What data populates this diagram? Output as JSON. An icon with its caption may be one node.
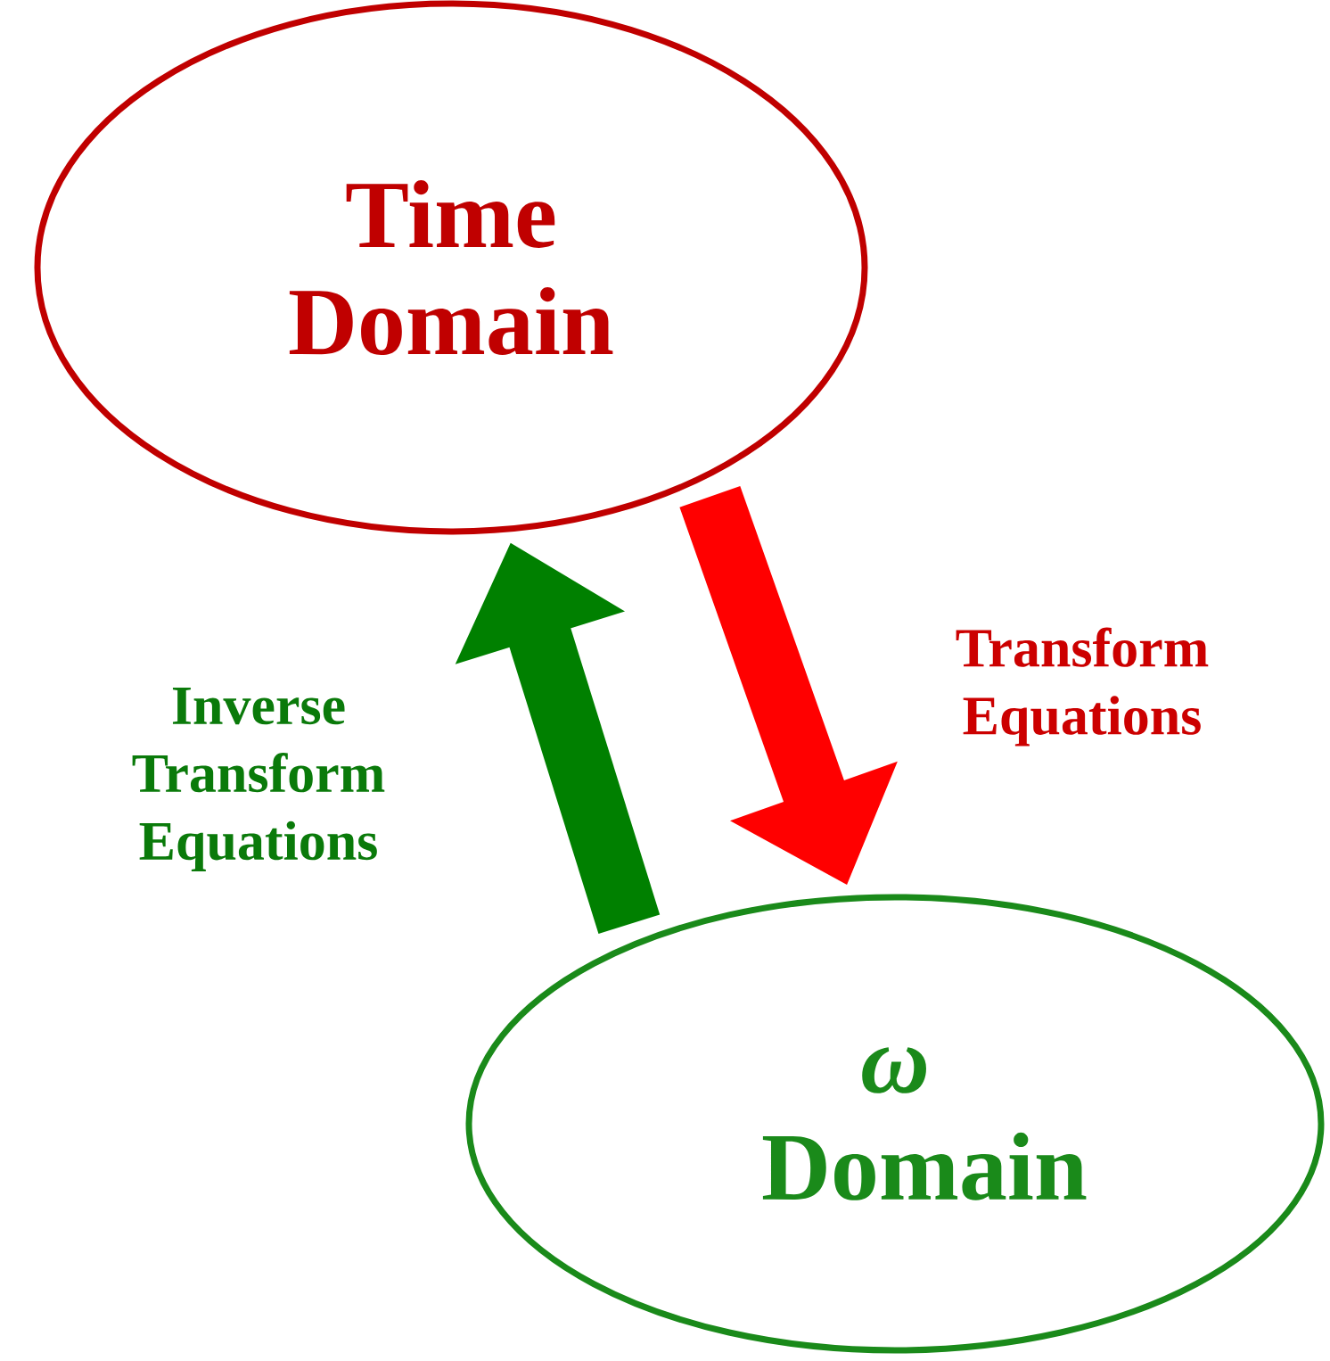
{
  "diagram": {
    "nodes": [
      {
        "text": [
          "Time Domain"
        ]
      },
      {
        "text": [
          "*ω* Domain"
        ]
      }
    ],
    "edges": [
      {
        "from": 0,
        "to": 1,
        "arrow": "to",
        "label": "Transform Equations",
        "color": "#ff0000"
      },
      {
        "from": 1,
        "to": 0,
        "arrow": "to",
        "label": "Inverse Transform Equations",
        "color": "#008000"
      }
    ]
  }
}
